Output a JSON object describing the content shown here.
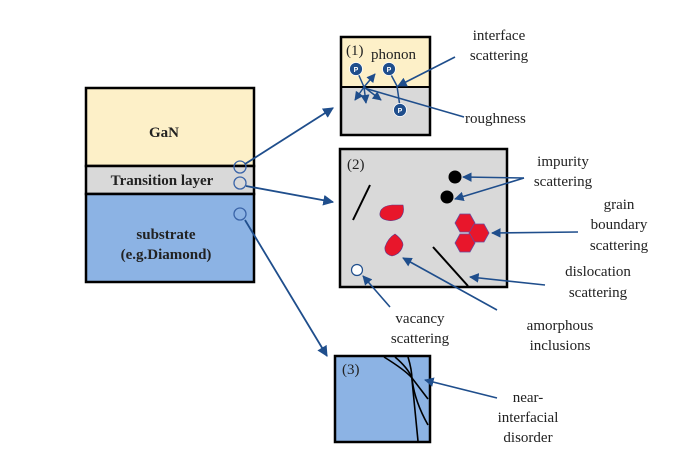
{
  "colors": {
    "gan": "#fdf0c8",
    "transition": "#d9d9d9",
    "substrate": "#8cb3e4",
    "arrow": "#1f4e8c",
    "phonon": "#1f4e8c",
    "inclusion": "#e8162b",
    "impurity": "#000000",
    "outline": "#000000"
  },
  "stack": {
    "gan_label": "GaN",
    "transition_label": "Transition layer",
    "substrate_label_line1": "substrate",
    "substrate_label_line2": "(e.g.Diamond)"
  },
  "panel1": {
    "number": "(1)",
    "phonon_label": "phonon",
    "phonon_letter": "P",
    "callouts": {
      "interface_line1": "interface",
      "interface_line2": "scattering",
      "roughness": "roughness"
    }
  },
  "panel2": {
    "number": "(2)",
    "callouts": {
      "impurity_line1": "impurity",
      "impurity_line2": "scattering",
      "grain_line1": "grain",
      "grain_line2": "boundary",
      "grain_line3": "scattering",
      "dislocation_line1": "dislocation",
      "dislocation_line2": "scattering",
      "vacancy_line1": "vacancy",
      "vacancy_line2": "scattering",
      "amorphous_line1": "amorphous",
      "amorphous_line2": "inclusions"
    }
  },
  "panel3": {
    "number": "(3)",
    "callouts": {
      "disorder_line1": "near-",
      "disorder_line2": "interfacial",
      "disorder_line3": "disorder"
    }
  }
}
